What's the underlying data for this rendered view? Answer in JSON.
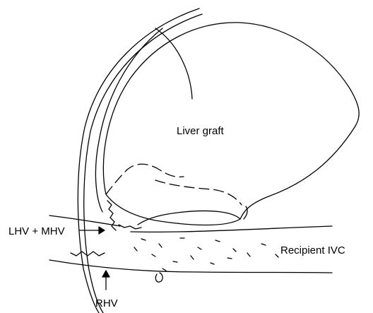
{
  "labels": {
    "graft": "Liver graft",
    "lhv_mhv": "LHV + MHV",
    "ivc": "Recipient IVC",
    "rhv": "RHV"
  },
  "colors": {
    "line": "#000000",
    "background": "#ffffff"
  }
}
